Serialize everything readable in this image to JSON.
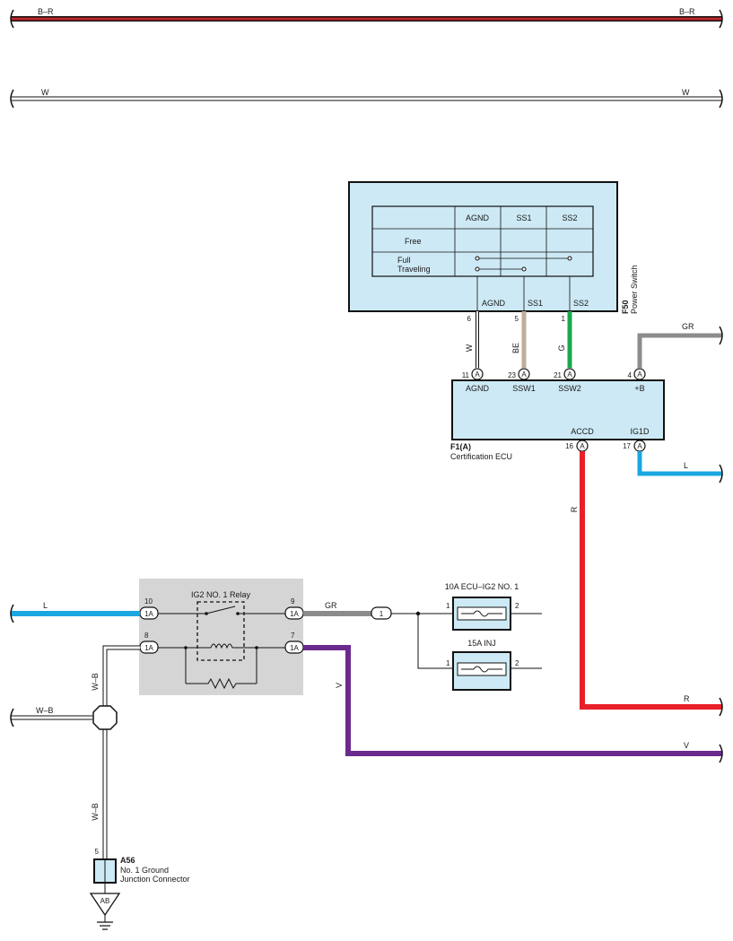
{
  "colors": {
    "B-R": "#c0272d",
    "W": "#ffffff",
    "L": "#1aa7e1",
    "GR": "#8c8c8c",
    "R": "#e8202a",
    "V": "#6b2a8e",
    "BE": "#bfae98",
    "G": "#1aa84c",
    "panel": "#cde9f5",
    "relay_bg": "#d5d5d5"
  },
  "wires": {
    "top_br_left": "B–R",
    "top_br_right": "B–R",
    "top_w_left": "W",
    "top_w_right": "W",
    "gr_top": "GR",
    "l_right": "L",
    "r_vertical": "R",
    "r_right": "R",
    "l_left": "L",
    "gr_mid": "GR",
    "v_vertical": "V",
    "v_right": "V",
    "wb_vertical_upper": "W–B",
    "wb_left": "W–B",
    "wb_vertical_lower": "W–B",
    "w_f50": "W",
    "be_f50": "BE",
    "g_f50": "G"
  },
  "switch": {
    "code": "F50",
    "name": "Power Switch",
    "headers": [
      "AGND",
      "SS1",
      "SS2"
    ],
    "rows": [
      "Free",
      "Full",
      "Traveling"
    ],
    "terms": [
      "AGND",
      "SS1",
      "SS2"
    ],
    "pins": [
      "6",
      "5",
      "1"
    ]
  },
  "ecu": {
    "code": "F1(A)",
    "name": "Certification ECU",
    "top_terms": [
      "AGND",
      "SSW1",
      "SSW2",
      "+B"
    ],
    "top_pins": [
      "11",
      "23",
      "21",
      "4"
    ],
    "bottom_terms": [
      "ACCD",
      "IG1D"
    ],
    "bottom_pins": [
      "16",
      "17"
    ],
    "conn": "A"
  },
  "relay": {
    "title": "IG2 NO. 1 Relay",
    "pins": [
      "10",
      "8",
      "9",
      "7"
    ],
    "conn": "1A"
  },
  "inline_conn": "1",
  "fuses": [
    {
      "name": "10A ECU–IG2 NO. 1",
      "p1": "1",
      "p2": "2"
    },
    {
      "name": "15A INJ",
      "p1": "1",
      "p2": "2"
    }
  ],
  "ground": {
    "code": "A56",
    "line1": "No. 1 Ground",
    "line2": "Junction Connector",
    "pin": "5",
    "symbol": "AB"
  }
}
